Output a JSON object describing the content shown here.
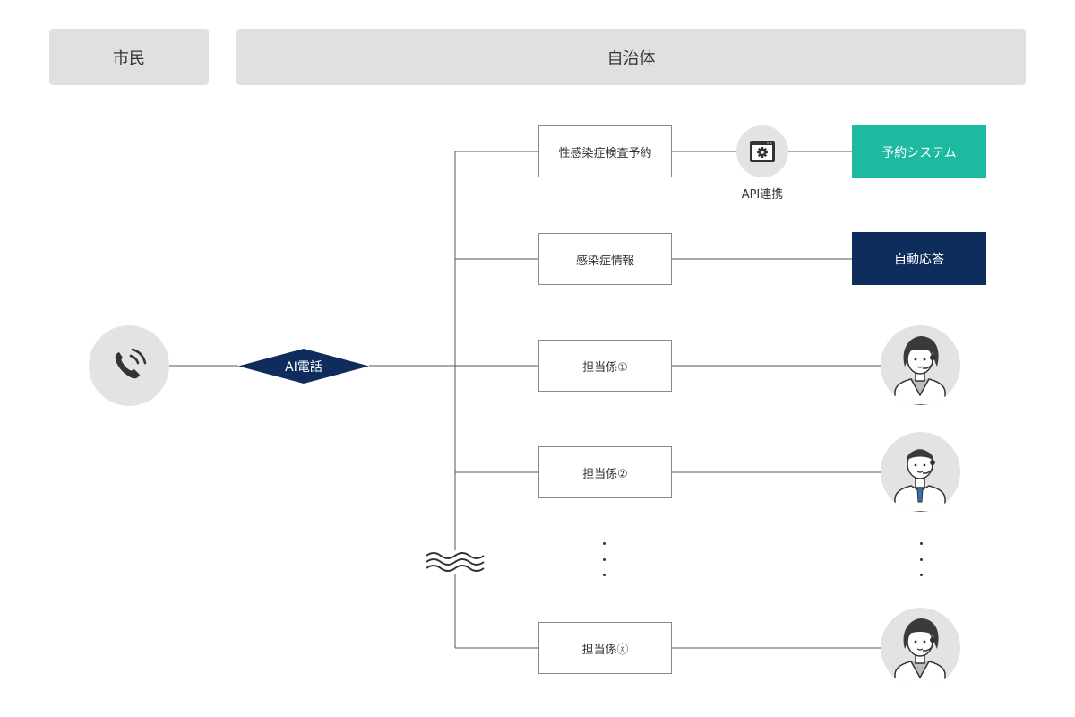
{
  "header": {
    "citizen": "市民",
    "municipality": "自治体"
  },
  "ai_phone": {
    "label": "AI電話",
    "color": "#0f2d5c"
  },
  "branches": {
    "reservation": "性感染症検査予約",
    "info": "感染症情報",
    "staff1": "担当係①",
    "staff2": "担当係②",
    "staffx": "担当係ⓧ"
  },
  "targets": {
    "reservation_system": {
      "label": "予約システム",
      "color": "#1db9a1"
    },
    "auto_response": {
      "label": "自動応答",
      "color": "#0f2d5c"
    }
  },
  "api": {
    "label": "API連携"
  },
  "icons": {
    "phone": "phone-icon",
    "api": "gear-window-icon",
    "operator": "operator-avatar-icon"
  }
}
